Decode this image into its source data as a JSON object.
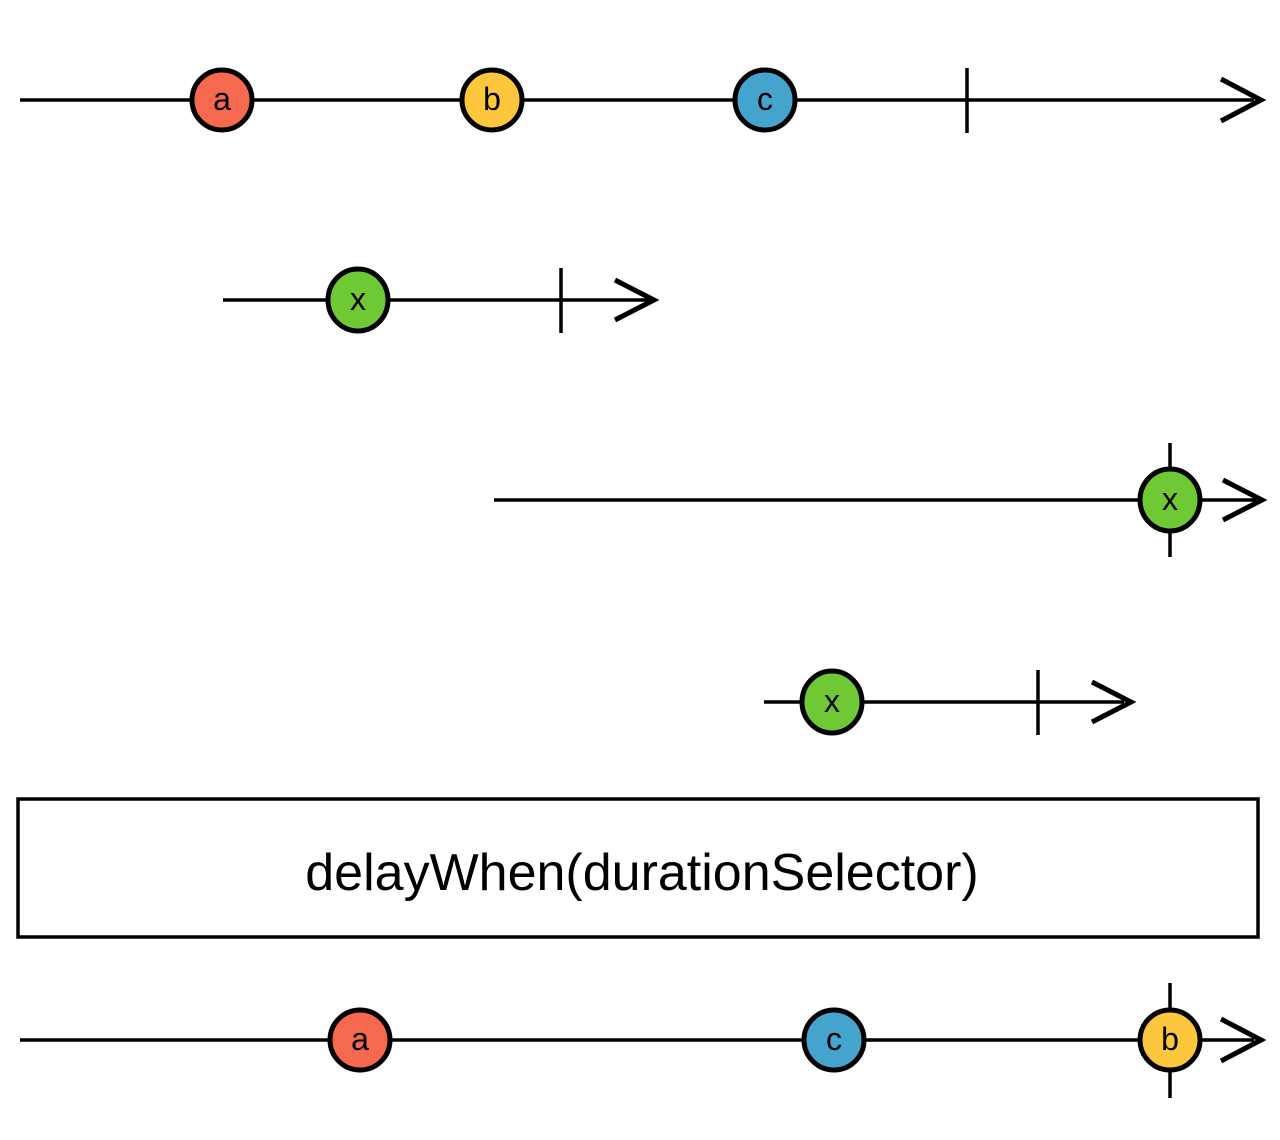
{
  "colors": {
    "a": "#f6694e",
    "b": "#fcc63d",
    "c": "#44a4cd",
    "x": "#6ec935",
    "line": "#000000",
    "background": "#ffffff"
  },
  "operator": {
    "label": "delayWhen(durationSelector)"
  },
  "source_timeline": {
    "marbles": {
      "a": "a",
      "b": "b",
      "c": "c"
    },
    "completes": true
  },
  "duration_timelines": {
    "for_a": {
      "marble": "x",
      "completes": true
    },
    "for_b": {
      "marble": "x",
      "completes": true
    },
    "for_c": {
      "marble": "x",
      "completes": true
    }
  },
  "output_timeline": {
    "marbles": {
      "a": "a",
      "c": "c",
      "b": "b"
    },
    "completes": true
  }
}
